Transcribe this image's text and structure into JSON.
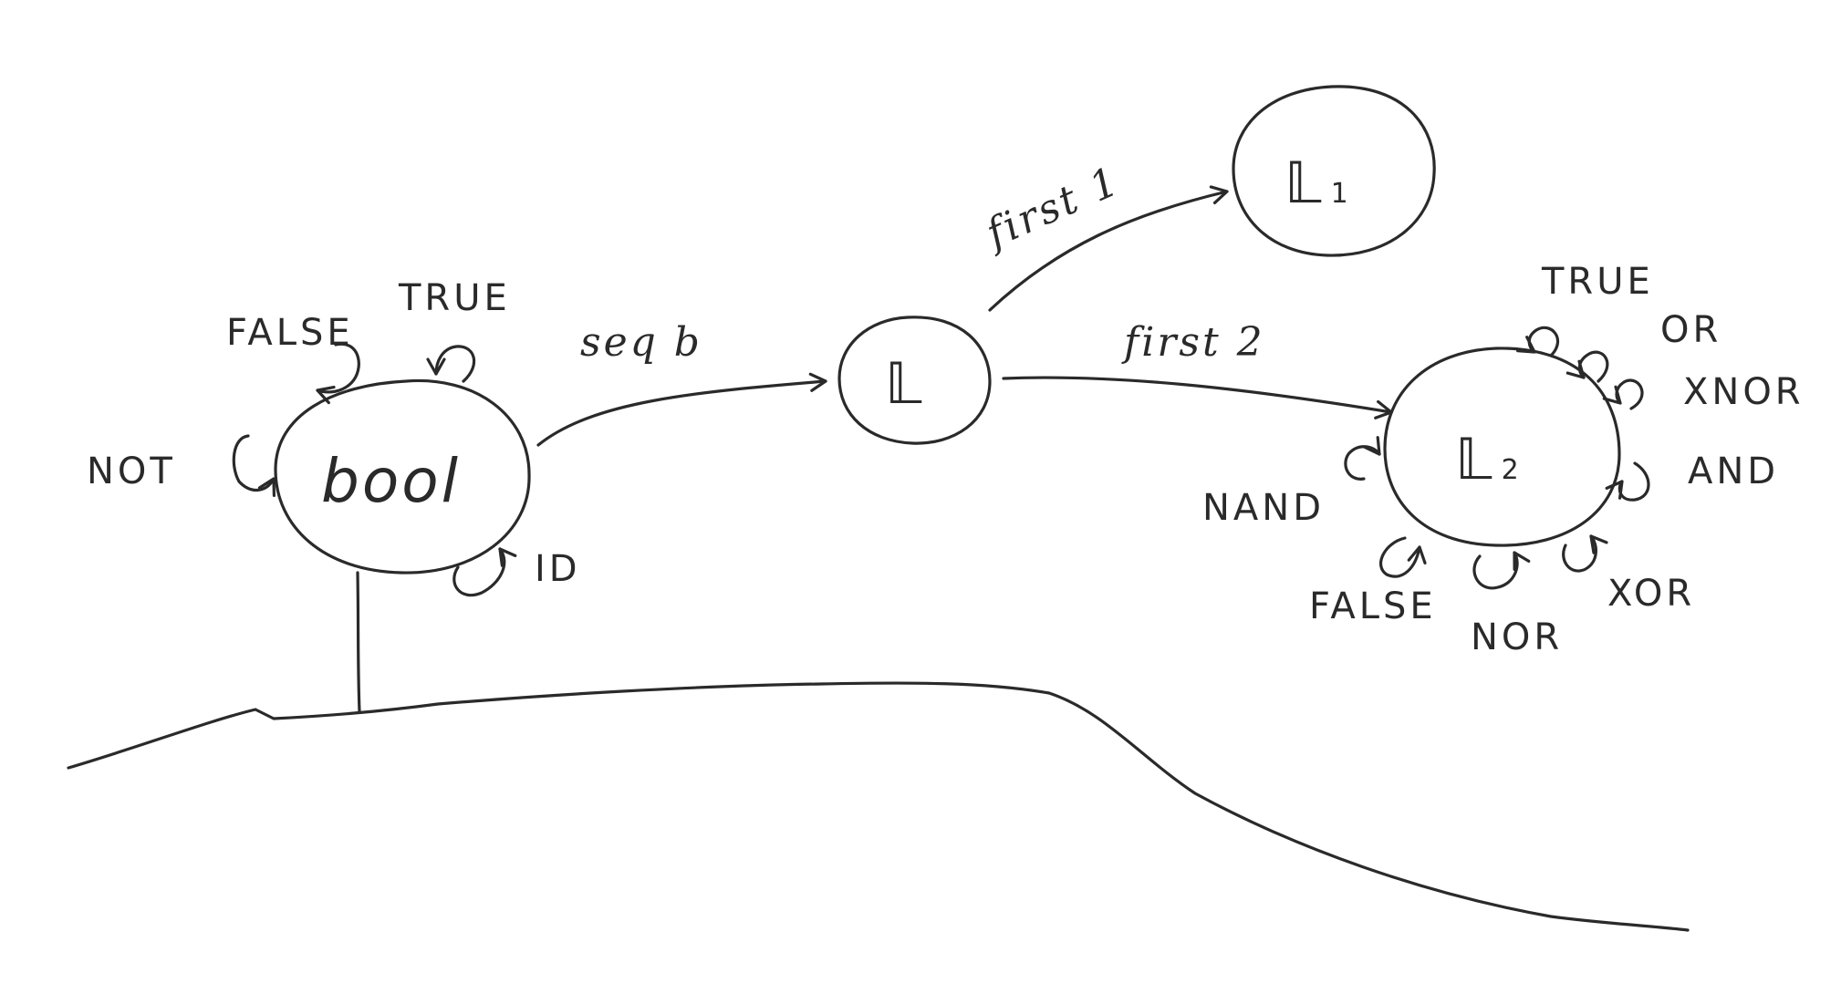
{
  "nodes": {
    "bool": {
      "label": "bool"
    },
    "l": {
      "label": "𝕃"
    },
    "l1": {
      "label": "𝕃",
      "subscript": "1"
    },
    "l2": {
      "label": "𝕃",
      "subscript": "2"
    }
  },
  "edges": {
    "seq_b": "seq b",
    "first_1": "first 1",
    "first_2": "first 2"
  },
  "bool_loops": {
    "false": "FALSE",
    "true": "TRUE",
    "not": "NOT",
    "id": "ID"
  },
  "l2_loops": {
    "true": "TRUE",
    "or": "OR",
    "xnor": "XNOR",
    "and": "AND",
    "nand": "NAND",
    "false": "FALSE",
    "nor": "NOR",
    "xor": "XOR"
  }
}
